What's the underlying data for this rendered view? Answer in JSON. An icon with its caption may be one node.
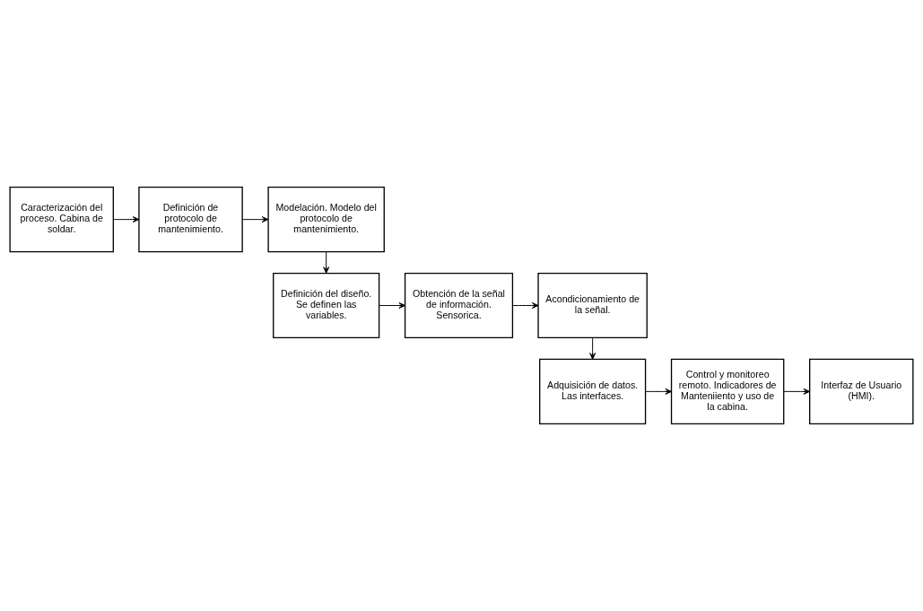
{
  "diagram": {
    "nodes": [
      {
        "text": [
          "Caracterización del proceso. Cabina de soldar."
        ]
      },
      {
        "text": [
          "Definición de protocolo de mantenimiento."
        ]
      },
      {
        "text": [
          "Modelación. Modelo del protocolo de mantenimiento."
        ]
      },
      {
        "text": [
          "Definición del diseño. Se definen las variables."
        ]
      },
      {
        "text": [
          "Obtención de la señal de información. Sensorica."
        ]
      },
      {
        "text": [
          "Acondicionamiento de la señal."
        ]
      },
      {
        "text": [
          "Adquisición de datos. Las interfaces."
        ]
      },
      {
        "text": [
          "Control y monitoreo remoto. Indicadores de Manteniiento y uso de la cabina."
        ]
      },
      {
        "text": [
          "Interfaz de Usuario (HMI)."
        ]
      }
    ],
    "edges": [
      {
        "from": 0,
        "to": 1,
        "arrow": "to"
      },
      {
        "from": 1,
        "to": 2,
        "arrow": "to"
      },
      {
        "from": 2,
        "to": 3,
        "arrow": "to"
      },
      {
        "from": 3,
        "to": 4,
        "arrow": "to"
      },
      {
        "from": 4,
        "to": 5,
        "arrow": "to"
      },
      {
        "from": 5,
        "to": 6,
        "arrow": "to"
      },
      {
        "from": 6,
        "to": 7,
        "arrow": "to"
      },
      {
        "from": 7,
        "to": 8,
        "arrow": "to"
      }
    ]
  }
}
